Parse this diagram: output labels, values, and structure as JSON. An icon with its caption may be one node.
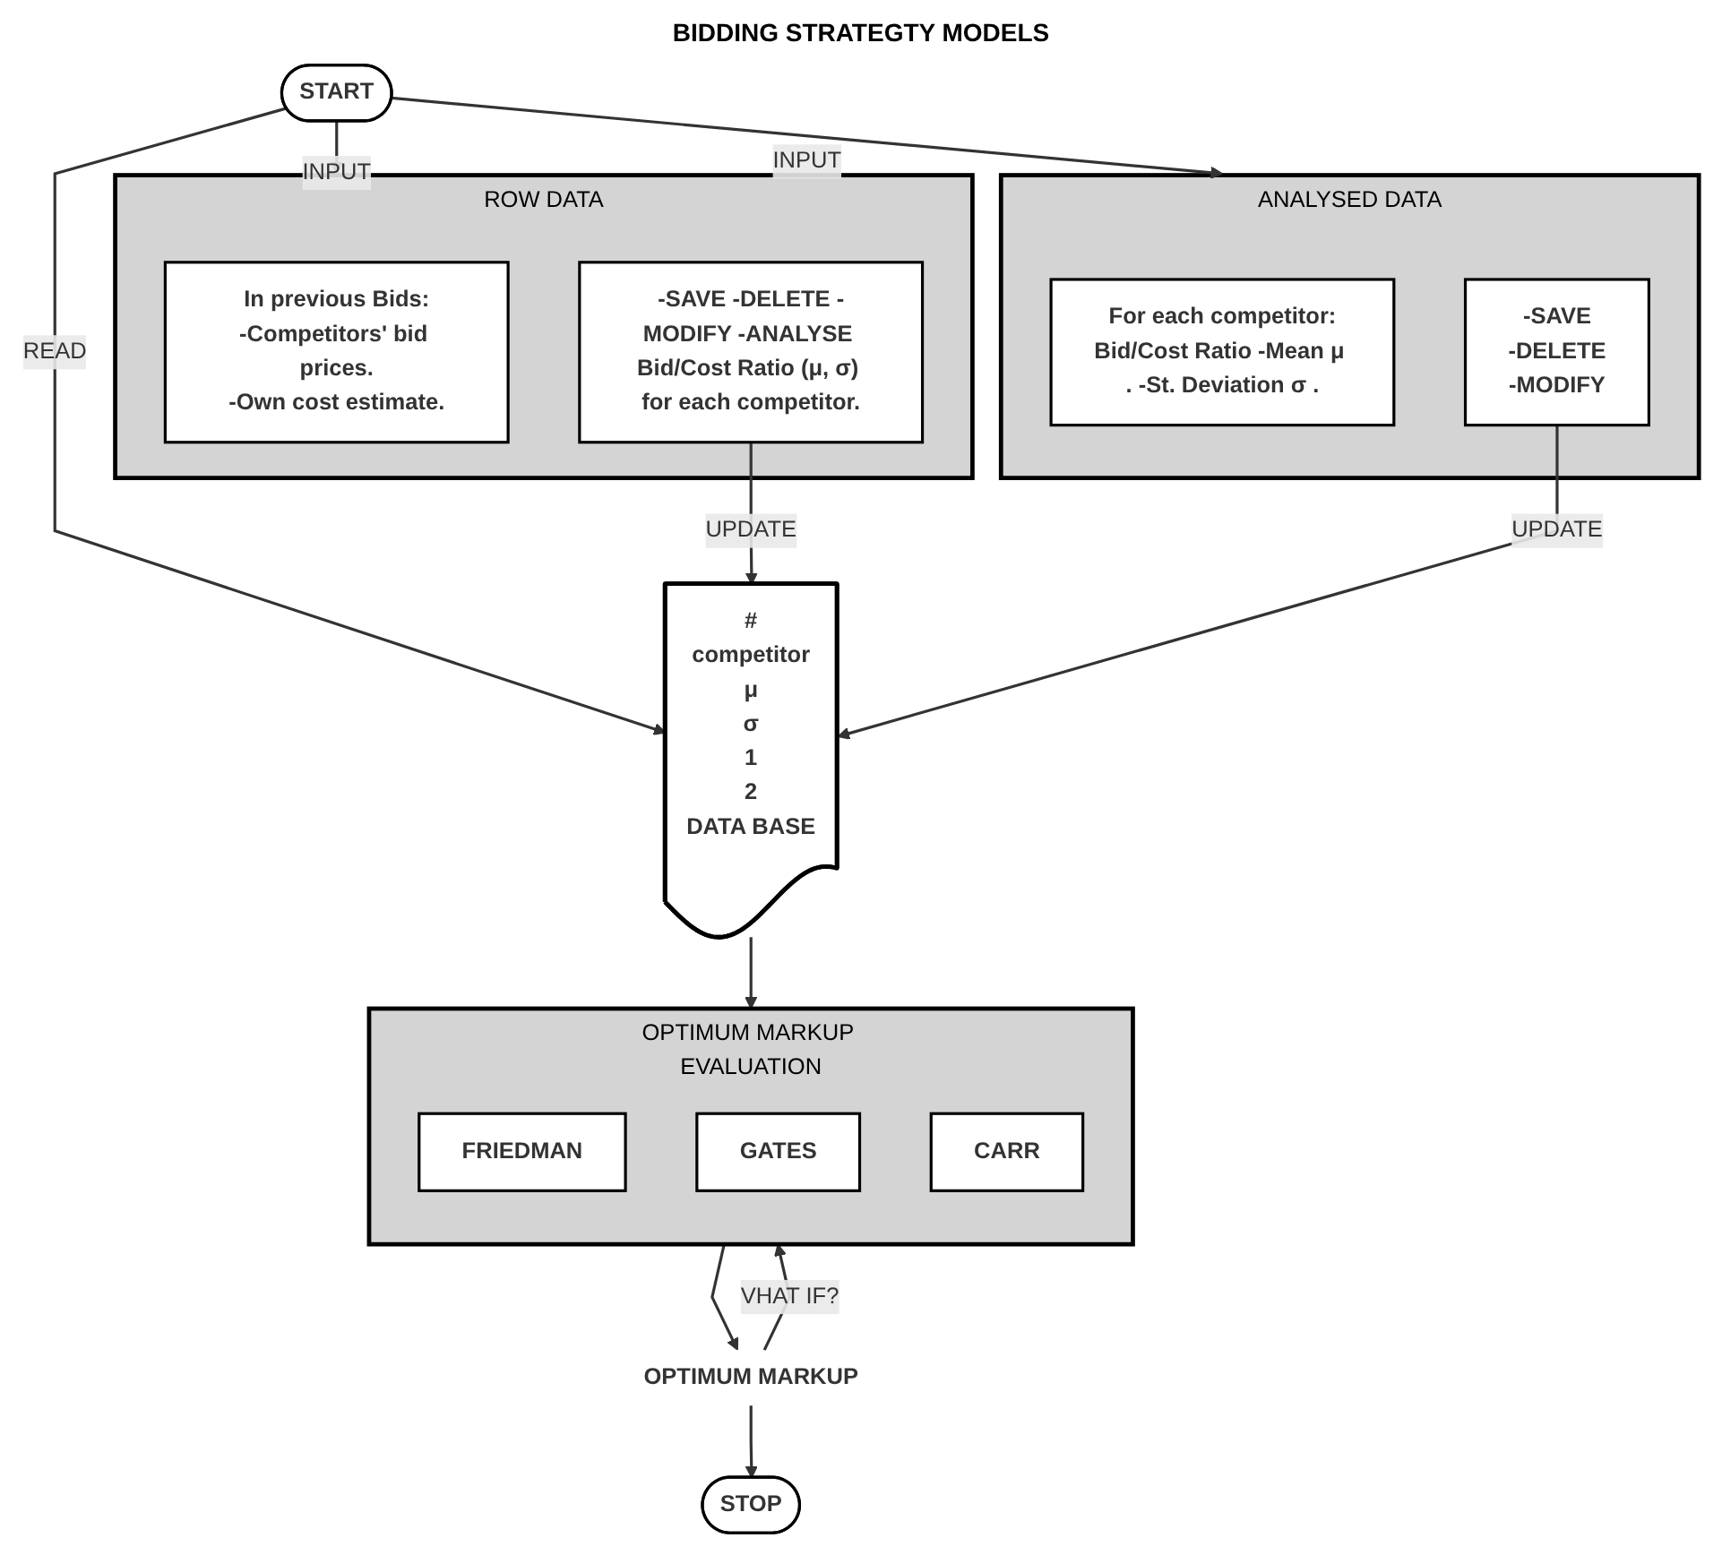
{
  "diagram": {
    "nodes": [
      {
        "text": [
          "START"
        ]
      },
      {
        "text": [
          "ROW DATA"
        ]
      },
      {
        "text": [
          "In previous Bids:",
          "-Competitors' bid prices.",
          "-Own cost estimate."
        ],
        "in": 1
      },
      {
        "text": [
          "-SAVE -DELETE -MODIFY -ANALYSE Bid/Cost Ratio (μ, σ) for each competitor."
        ],
        "in": 1
      },
      {
        "text": [
          "#",
          "competitor",
          "μ",
          "σ",
          "1",
          "2",
          "DATA BASE"
        ]
      },
      {
        "text": [
          "ANALYSED DATA"
        ]
      },
      {
        "text": [
          "For each competitor:",
          "Bid/Cost Ratio -Mean μ . -St. Deviation σ ."
        ],
        "in": 5
      },
      {
        "text": [
          "-SAVE",
          "-DELETE",
          "-MODIFY"
        ],
        "in": 5
      },
      {
        "text": [
          "OPTIMUM MARKUP EVALUATION"
        ]
      },
      {
        "text": [
          "FRIEDMAN"
        ],
        "in": 8
      },
      {
        "text": [
          "GATES"
        ],
        "in": 8
      },
      {
        "text": [
          "CARR"
        ],
        "in": 8
      },
      {
        "text": [
          "OPTIMUM MARKUP"
        ]
      },
      {
        "text": [
          "STOP"
        ]
      }
    ],
    "edges": [
      {
        "from": 0,
        "to": 1,
        "arrow": "to",
        "label": "INPUT"
      },
      {
        "from": 0,
        "to": 4,
        "arrow": "to",
        "label": "READ"
      },
      {
        "from": 0,
        "to": 5,
        "arrow": "to",
        "label": "INPUT"
      },
      {
        "from": 3,
        "to": 4,
        "arrow": "to",
        "label": "UPDATE"
      },
      {
        "from": 7,
        "to": 4,
        "arrow": "to",
        "label": "UPDATE"
      },
      {
        "from": 4,
        "to": 8,
        "arrow": "to"
      },
      {
        "from": 8,
        "to": 12,
        "arrow": "to"
      },
      {
        "from": 12,
        "to": 13,
        "arrow": "to"
      },
      {
        "from": 12,
        "to": 8,
        "arrow": "to",
        "label": "VHAT IF?"
      }
    ],
    "labels": [
      "BIDDING STRATEGTY MODELS"
    ]
  }
}
